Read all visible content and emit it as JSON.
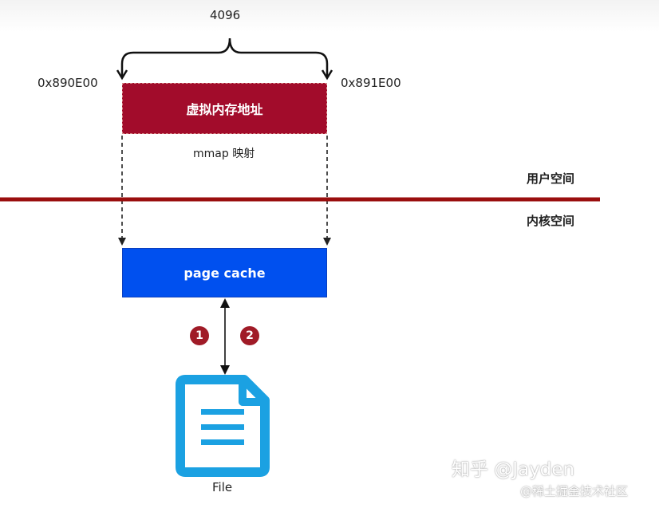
{
  "diagram": {
    "size_label": "4096",
    "addr_start": "0x890E00",
    "addr_end": "0x891E00",
    "virtual_box_label": "虚拟内存地址",
    "mmap_label": "mmap 映射",
    "user_space_label": "用户空间",
    "kernel_space_label": "内核空间",
    "page_cache_label": "page cache",
    "step1": "1",
    "step2": "2",
    "file_label": "File"
  },
  "watermark": {
    "line1": "知乎 @Jayden",
    "line2": "@稀土掘金技术社区"
  },
  "colors": {
    "virtual_box": "#a20c2b",
    "page_cache_box": "#0050ef",
    "divider": "#9a0e0e",
    "step_circle": "#a01b27",
    "file_icon": "#1ba1e2"
  }
}
